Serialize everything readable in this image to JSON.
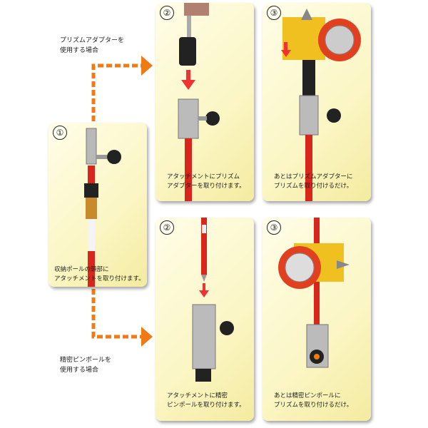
{
  "colors": {
    "arrow": "#f07a14",
    "pole_red": "#d8261c",
    "panel_bg": "#fbf6c4"
  },
  "branch_labels": {
    "prism_adapter": [
      "プリズムアダプターを",
      "使用する場合"
    ],
    "pin_pole": [
      "精密ピンポールを",
      "使用する場合"
    ]
  },
  "steps": [
    {
      "number": "①",
      "caption": [
        "収納ポールの頭部に",
        "アタッチメントを取り付けます。"
      ]
    },
    {
      "number": "②",
      "caption": [
        "アタッチメントにプリズム",
        "アダプターを取り付けます。"
      ]
    },
    {
      "number": "③",
      "caption": [
        "あとはプリズムアダプターに",
        "プリズムを取り付けるだけ。"
      ]
    },
    {
      "number": "②",
      "caption": [
        "アタッチメントに精密",
        "ピンポールを取り付けます。"
      ]
    },
    {
      "number": "③",
      "caption": [
        "あとは精密ピンポールに",
        "プリズムを取り付けるだけ。"
      ]
    }
  ]
}
